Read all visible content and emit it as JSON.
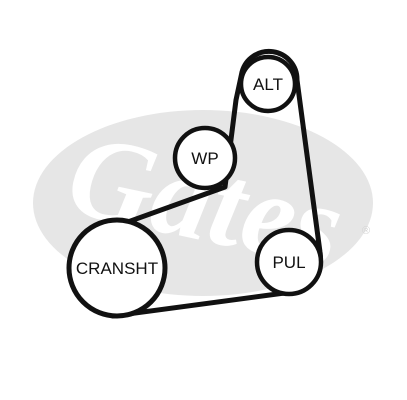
{
  "watermark": {
    "brand": "Gates",
    "registered_mark": "®",
    "color": "#e6e6e6"
  },
  "belt": {
    "color": "#111111"
  },
  "pulleys": [
    {
      "id": "alt",
      "label": "ALT"
    },
    {
      "id": "wp",
      "label": "WP"
    },
    {
      "id": "cransht",
      "label": "CRANSHT"
    },
    {
      "id": "pul",
      "label": "PUL"
    }
  ]
}
